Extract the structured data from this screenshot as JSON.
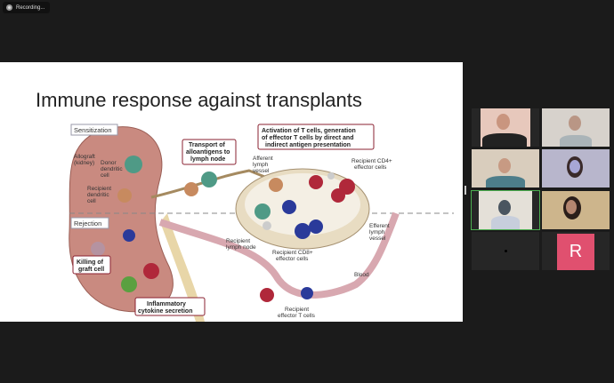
{
  "recording": {
    "label": "Recording..."
  },
  "slide": {
    "title": "Immune response against transplants",
    "labels": {
      "sensitization": "Sensitization",
      "rejection": "Rejection",
      "allograft1": "Allograft",
      "allograft2": "(kidney)",
      "donor1": "Donor",
      "donor2": "dendritic",
      "donor3": "cell",
      "recip1": "Recipient",
      "recip2": "dendritic",
      "recip3": "cell",
      "transport1": "Transport of",
      "transport2": "alloantigens to",
      "transport3": "lymph node",
      "activation1": "Activation of T cells, generation",
      "activation2": "of effector T cells by direct and",
      "activation3": "indirect antigen presentation",
      "afferent1": "Afferent",
      "afferent2": "lymph",
      "afferent3": "vessel",
      "cd4_1": "Recipient CD4+",
      "cd4_2": "effector cells",
      "efferent1": "Efferent",
      "efferent2": "lymph",
      "efferent3": "vessel",
      "node1": "Recipient",
      "node2": "lymph node",
      "cd8_1": "Recipient CD8+",
      "cd8_2": "effector cells",
      "blood": "Blood",
      "killing1": "Killing of",
      "killing2": "graft cell",
      "cytokine1": "Inflammatory",
      "cytokine2": "cytokine secretion",
      "effector1": "Recipient",
      "effector2": "effector T cells"
    }
  },
  "gallery": {
    "participants": [
      {
        "initial": ""
      },
      {
        "initial": ""
      },
      {
        "initial": ""
      },
      {
        "initial": ""
      },
      {
        "initial": ""
      },
      {
        "initial": ""
      },
      {
        "initial": ""
      },
      {
        "initial": "R"
      }
    ]
  },
  "colors": {
    "avatar": "#e0506f",
    "active_speaker": "#4caf50"
  }
}
